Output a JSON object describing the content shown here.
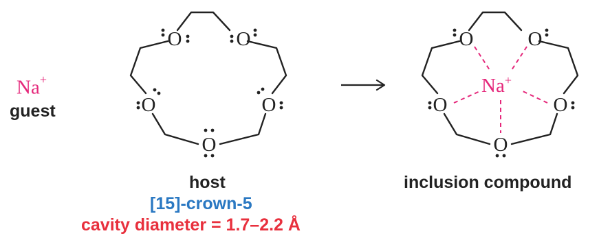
{
  "guest": {
    "ion_symbol": "Na",
    "ion_charge": "+",
    "label": "guest"
  },
  "host": {
    "label": "host",
    "name": "[15]-crown-5",
    "cavity": "cavity diameter = 1.7–2.2 Å"
  },
  "arrow": "⟶",
  "product": {
    "ion_symbol": "Na",
    "ion_charge": "+",
    "label": "inclusion compound"
  },
  "atoms": {
    "oxygen": "O"
  },
  "colors": {
    "ion": "#e5287b",
    "name": "#2a78c2",
    "cavity": "#e8303d",
    "ink": "#222222"
  }
}
